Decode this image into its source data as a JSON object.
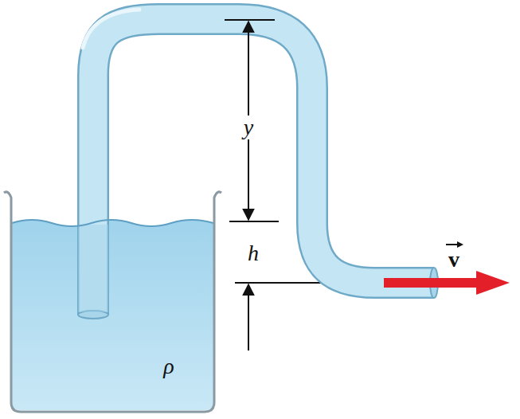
{
  "diagram": {
    "labels": [
      "y",
      "h",
      "v",
      "ρ"
    ]
  }
}
